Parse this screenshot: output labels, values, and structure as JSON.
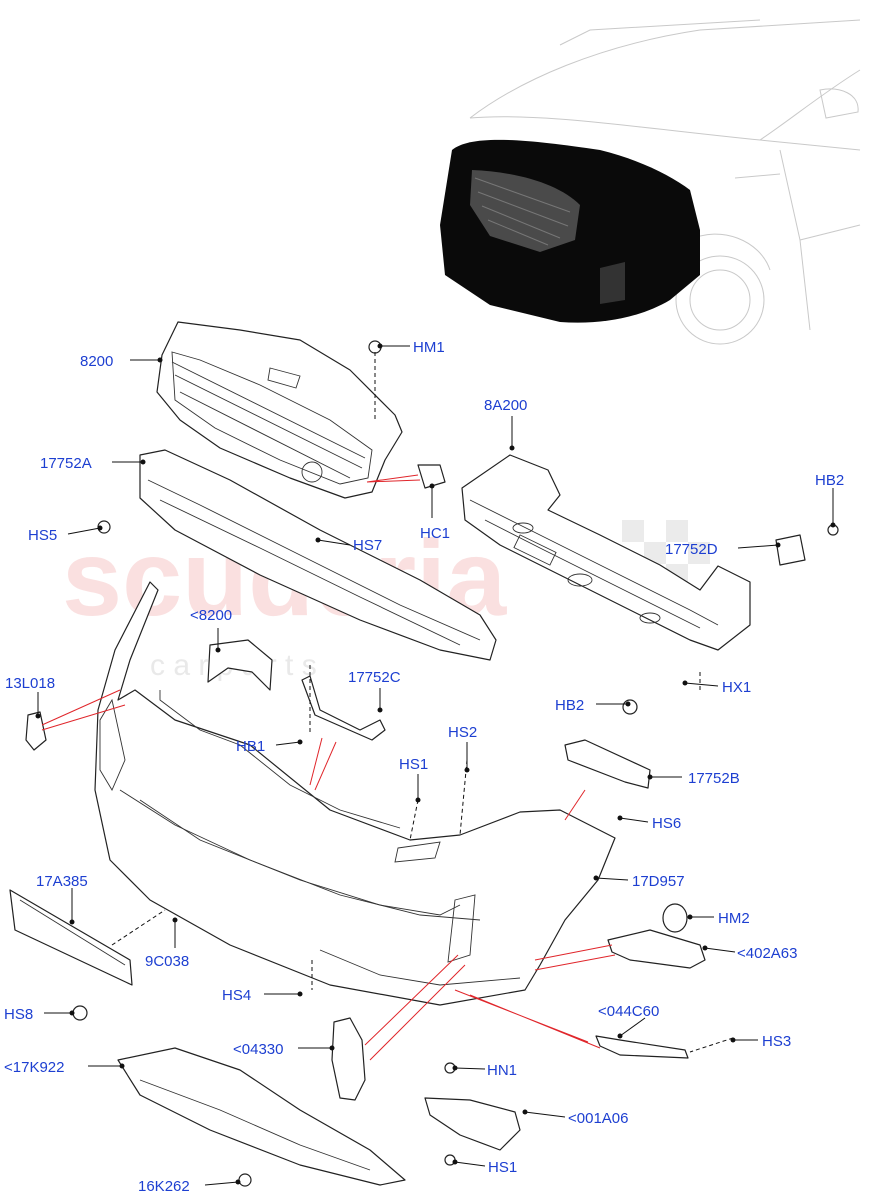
{
  "watermark": {
    "brand": "scuderia",
    "sub": "c a r   p a r t s"
  },
  "callouts": [
    "HM1",
    "8200",
    "8A200",
    "17752A",
    "HB2",
    "HS5",
    "HS7",
    "HC1",
    "17752D",
    "<8200",
    "13L018",
    "17752C",
    "HX1",
    "HB2",
    "HB1",
    "HS2",
    "HS1",
    "17752B",
    "HS6",
    "17D957",
    "17A385",
    "HM2",
    "9C038",
    "<402A63",
    "HS4",
    "HS8",
    "<044C60",
    "<04330",
    "HS3",
    "<17K922",
    "HN1",
    "<001A06",
    "HS1",
    "16K262"
  ]
}
